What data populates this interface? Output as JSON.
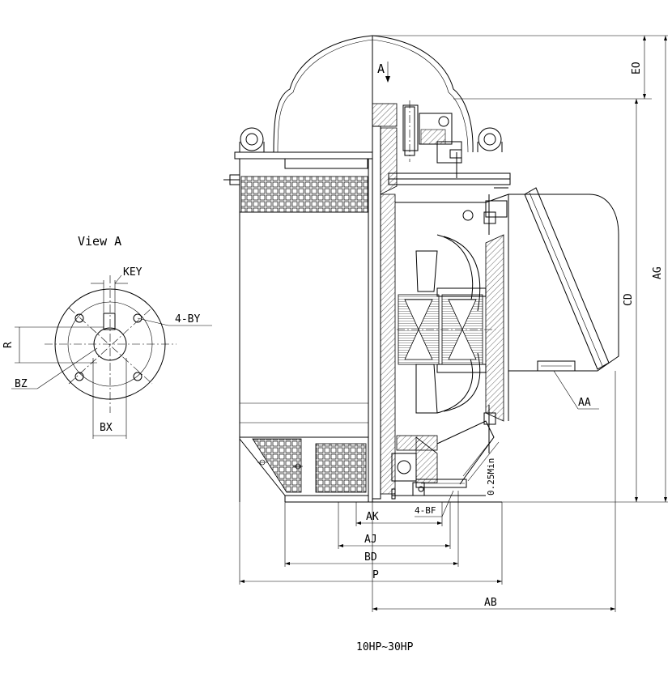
{
  "view_label": "View  A",
  "section_marker": "A",
  "caption": "10HP~30HP",
  "labels": {
    "key": "KEY",
    "by": "4-BY",
    "r": "R",
    "bz": "BZ",
    "bx": "BX",
    "eo": "EO",
    "ag": "AG",
    "cd": "CD",
    "aa": "AA",
    "ak": "AK",
    "bf": "4-BF",
    "aj": "AJ",
    "bd": "BD",
    "p": "P",
    "ab": "AB",
    "clearance": "0.25Min"
  }
}
